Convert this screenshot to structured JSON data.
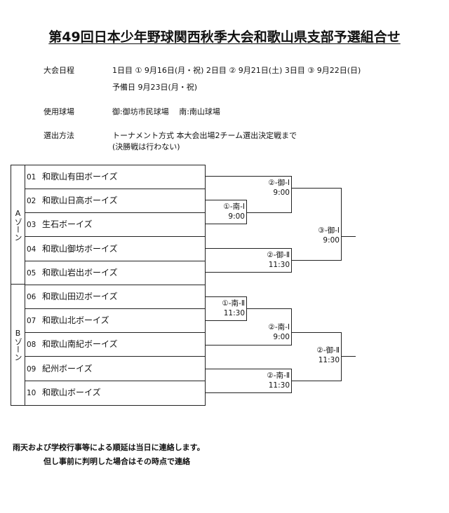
{
  "title": "第49回日本少年野球関西秋季大会和歌山県支部予選組合せ",
  "info": {
    "schedule_label": "大会日程",
    "schedule_line1": "1日目 ① 9月16日(月・祝)  2日目 ② 9月21日(土)  3日目 ③ 9月22日(日)",
    "schedule_line2": "予備日 9月23日(月・祝)",
    "venue_label": "使用球場",
    "venue_value": "御:御坊市民球場　 南:南山球場",
    "method_label": "選出方法",
    "method_line1": "トーナメント方式  本大会出場2チーム選出決定戦まで",
    "method_line2": "(決勝戦は行わない)"
  },
  "zones": [
    "Aゾーン",
    "Bゾーン"
  ],
  "teams": [
    {
      "no": "01",
      "name": "和歌山有田ボーイズ"
    },
    {
      "no": "02",
      "name": "和歌山日高ボーイズ"
    },
    {
      "no": "03",
      "name": "生石ボーイズ"
    },
    {
      "no": "04",
      "name": "和歌山御坊ボーイズ"
    },
    {
      "no": "05",
      "name": "和歌山岩出ボーイズ"
    },
    {
      "no": "06",
      "name": "和歌山田辺ボーイズ"
    },
    {
      "no": "07",
      "name": "和歌山北ボーイズ"
    },
    {
      "no": "08",
      "name": "和歌山南紀ボーイズ"
    },
    {
      "no": "09",
      "name": "紀州ボーイズ"
    },
    {
      "no": "10",
      "name": "和歌山ボーイズ"
    }
  ],
  "matches": [
    {
      "label": "①-南-Ⅰ",
      "time": "9:00"
    },
    {
      "label": "②-御-Ⅰ",
      "time": "9:00"
    },
    {
      "label": "②-御-Ⅱ",
      "time": "11:30"
    },
    {
      "label": "③-御-Ⅰ",
      "time": "9:00"
    },
    {
      "label": "①-南-Ⅱ",
      "time": "11:30"
    },
    {
      "label": "②-南-Ⅰ",
      "time": "9:00"
    },
    {
      "label": "②-南-Ⅱ",
      "time": "11:30"
    },
    {
      "label": "②-御-Ⅱ",
      "time": "11:30"
    }
  ],
  "footer": {
    "line1": "雨天および学校行事等による順延は当日に連絡します。",
    "line2": "但し事前に判明した場合はその時点で連絡"
  }
}
